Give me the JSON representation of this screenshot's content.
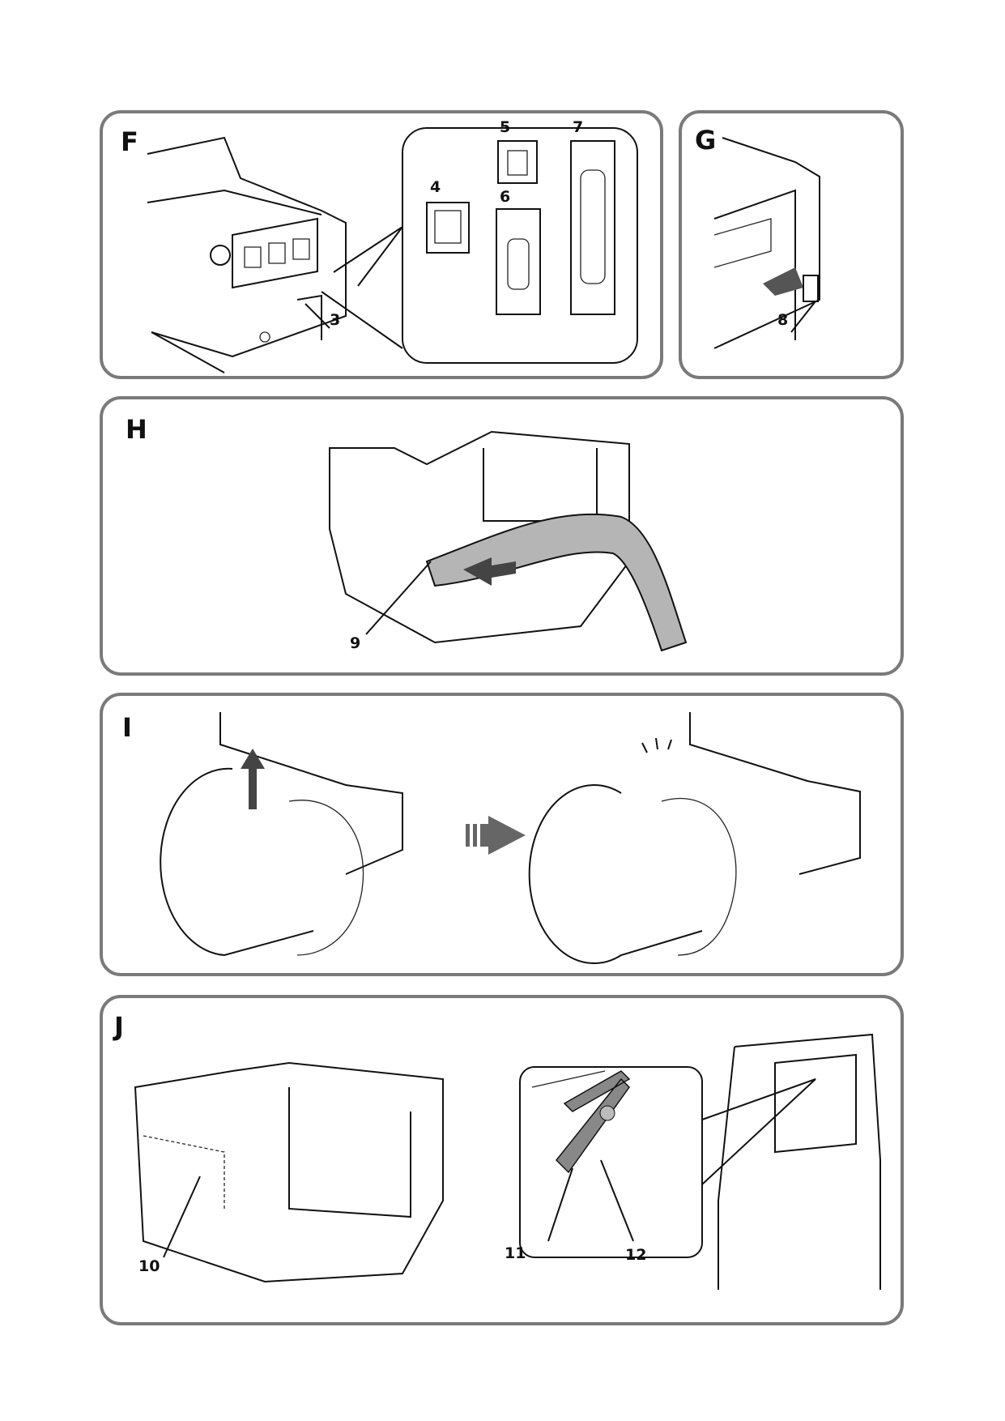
{
  "panels": {
    "F": {
      "letter": "F",
      "callouts": [
        "3",
        "4",
        "5",
        "6",
        "7"
      ]
    },
    "G": {
      "letter": "G",
      "callouts": [
        "8"
      ]
    },
    "H": {
      "letter": "H",
      "callouts": [
        "9"
      ]
    },
    "I": {
      "letter": "I"
    },
    "J": {
      "letter": "J",
      "callouts": [
        "10",
        "11",
        "12"
      ]
    }
  },
  "colors": {
    "border": "#7a7a7a",
    "arrow": "#555555",
    "paper": "#b5b5b5"
  }
}
